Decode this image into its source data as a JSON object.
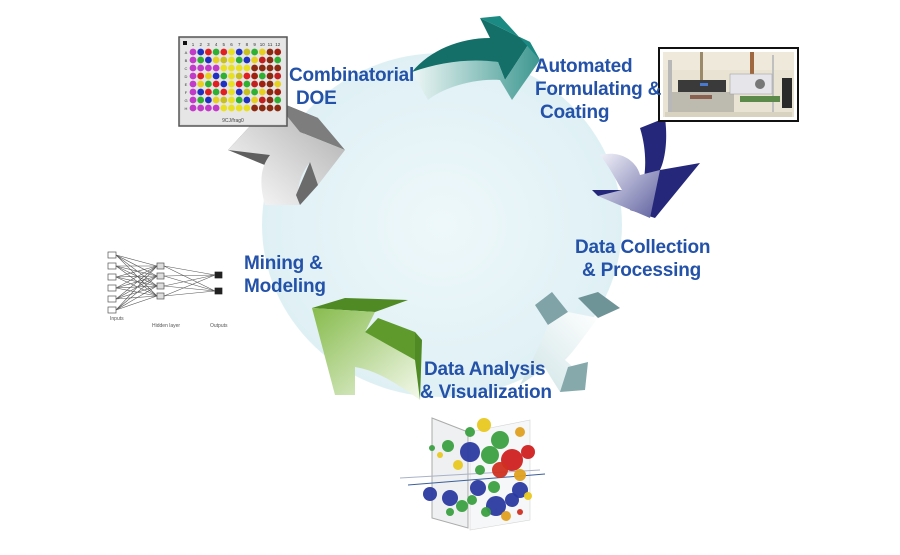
{
  "diagram": {
    "title": "Combinatorial materials development cycle",
    "stages": [
      {
        "id": "combinatorial",
        "lines": [
          "Combinatorial",
          "DOE"
        ],
        "arrow_color": "#8a8a8a",
        "image": "well-plate"
      },
      {
        "id": "automated",
        "lines": [
          "Automated",
          "Formulating &",
          "Coating"
        ],
        "arrow_color": "#12807a",
        "image": "lab-robot-photo"
      },
      {
        "id": "collection",
        "lines": [
          "Data Collection",
          "& Processing"
        ],
        "arrow_color": "#27287a",
        "image": ""
      },
      {
        "id": "analysis",
        "lines": [
          "Data Analysis",
          "& Visualization"
        ],
        "arrow_color": "#7fa3a6",
        "image": "3d-bubble-plot"
      },
      {
        "id": "mining",
        "lines": [
          "Mining &",
          "Modeling"
        ],
        "arrow_color": "#5f9a2c",
        "image": "neural-network"
      }
    ],
    "text_color": "#2352a8",
    "circle_color": "#e2f2f6",
    "well_plate": {
      "columns": [
        "1",
        "2",
        "3",
        "4",
        "5",
        "6",
        "7",
        "8",
        "9",
        "10",
        "11",
        "12"
      ],
      "rows": [
        "A",
        "B",
        "C",
        "D",
        "E",
        "F",
        "G",
        "H"
      ],
      "caption": "9CJ/frag0"
    },
    "neural_network": {
      "input_label": "Inputs",
      "hidden_label": "Hidden layer",
      "output_label": "Outputs",
      "inputs": 6,
      "hidden": 4,
      "outputs": 2
    }
  }
}
